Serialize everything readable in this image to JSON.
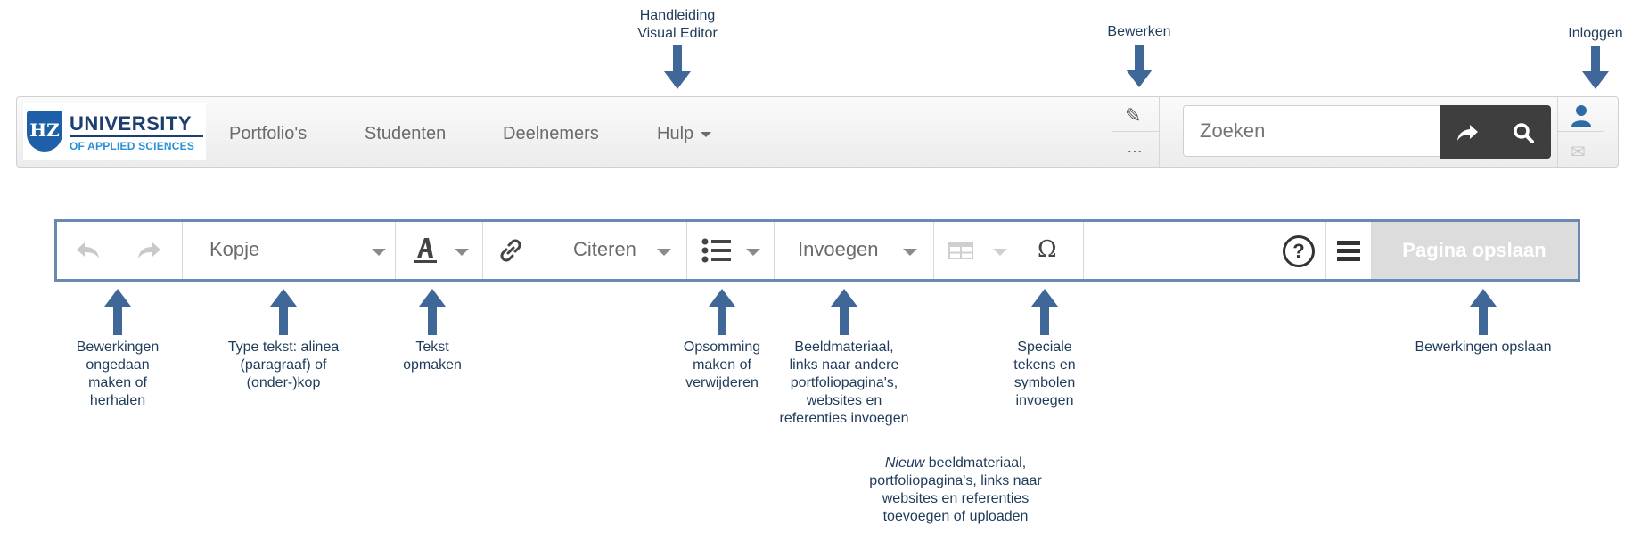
{
  "annotations": {
    "handleiding": "Handleiding\nVisual Editor",
    "bewerken": "Bewerken",
    "inloggen": "Inloggen",
    "undo_redo": "Bewerkingen\nongedaan\nmaken of\nherhalen",
    "type_tekst": "Type tekst: alinea\n(paragraaf) of\n(onder-)kop",
    "tekst_opmaken": "Tekst\nopmaken",
    "opsomming": "Opsomming\nmaken of\nverwijderen",
    "invoegen_desc": "Beeldmateriaal,\nlinks naar andere\nportfoliopagina's,\nwebsites en\nreferenties invoegen",
    "speciale_tekens": "Speciale\ntekens en\nsymbolen\ninvoegen",
    "opslaan_desc": "Bewerkingen opslaan",
    "nieuw_italic": "Nieuw",
    "nieuw_rest": " beeldmateriaal,\nportfoliopagina's, links naar\nwebsites en referenties\ntoevoegen of uploaden"
  },
  "logo": {
    "top": "UNIVERSITY",
    "bottom": "OF APPLIED SCIENCES",
    "shield": "HZ"
  },
  "nav": {
    "items": [
      "Portfolio's",
      "Studenten",
      "Deelnemers",
      "Hulp"
    ],
    "edit_dots": "…",
    "search_placeholder": "Zoeken"
  },
  "toolbar": {
    "heading_select": "Kopje",
    "cite": "Citeren",
    "insert": "Invoegen",
    "special_char": "Ω",
    "help": "?",
    "save": "Pagina opslaan"
  },
  "colors": {
    "arrow": "#3f6797",
    "annotation_text": "#1f3b5a",
    "toolbar_border": "#6b89b0",
    "save_disabled": "#dcdcdc",
    "search_button": "#3e3e3e",
    "logo_blue": "#1d3e6e",
    "logo_light_blue": "#2a8fd6"
  }
}
